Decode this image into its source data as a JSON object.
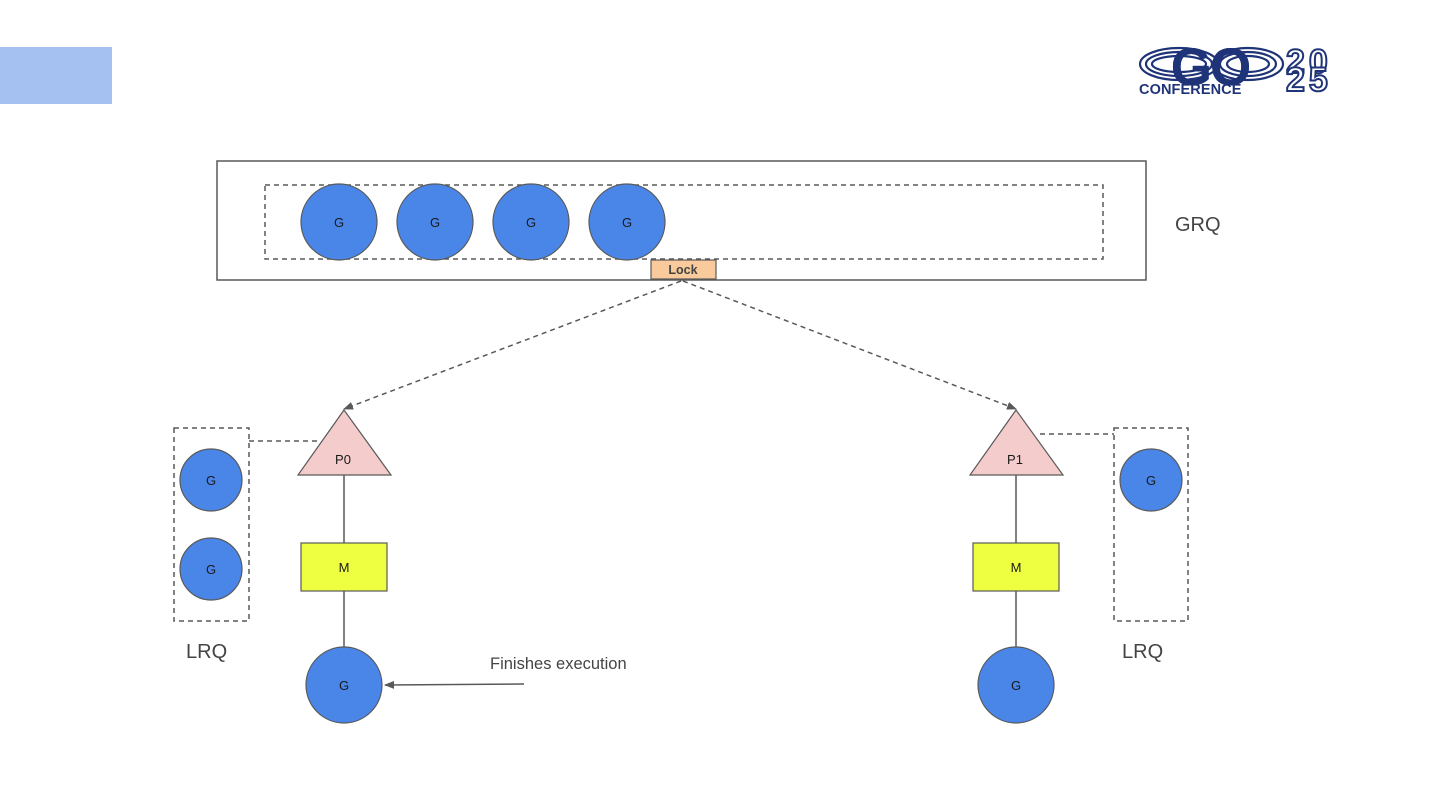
{
  "logo": {
    "word": "GO",
    "subtitle": "CONFERENCE",
    "year_top": "20",
    "year_bottom": "25"
  },
  "grq": {
    "label": "GRQ",
    "goroutines": [
      "G",
      "G",
      "G",
      "G"
    ],
    "lock_label": "Lock"
  },
  "processors": [
    {
      "p_label": "P0",
      "m_label": "M",
      "running_g": "G",
      "lrq_label": "LRQ",
      "lrq_goroutines": [
        "G",
        "G"
      ]
    },
    {
      "p_label": "P1",
      "m_label": "M",
      "running_g": "G",
      "lrq_label": "LRQ",
      "lrq_goroutines": [
        "G"
      ]
    }
  ],
  "annotation": "Finishes execution",
  "colors": {
    "accent": "#a5c1f2",
    "goroutine": "#4a86e8",
    "processor": "#f4cccc",
    "machine": "#eeff41",
    "lock": "#f9cb9c",
    "logo": "#1f3478",
    "line": "#595959"
  }
}
